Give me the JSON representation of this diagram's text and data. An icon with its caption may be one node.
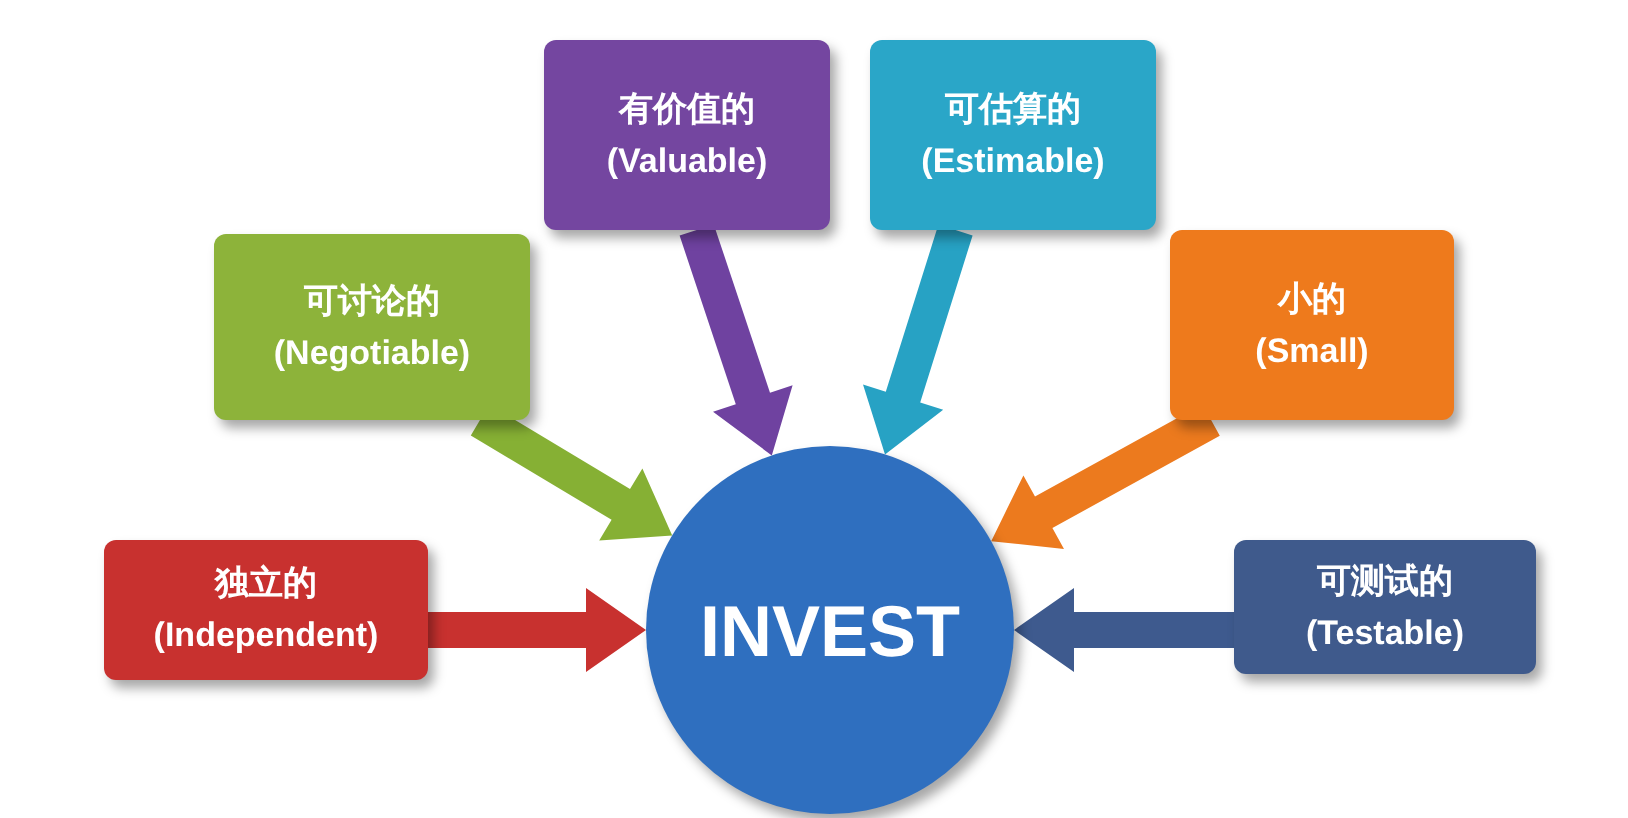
{
  "diagram": {
    "nodes": [
      {
        "text": [
          "有价值的",
          "(Valuable)"
        ]
      },
      {
        "text": [
          "可估算的",
          "(Estimable)"
        ]
      },
      {
        "text": [
          "可讨论的",
          "(Negotiable)"
        ]
      },
      {
        "text": [
          "小的",
          "(Small)"
        ]
      },
      {
        "text": [
          "独立的",
          "(Independent)"
        ]
      },
      {
        "text": [
          "INVEST"
        ]
      },
      {
        "text": [
          "可测试的",
          "(Testable)"
        ]
      }
    ],
    "edges": [
      {
        "from": 0,
        "to": 5,
        "arrow": "to",
        "style": "thick",
        "color": "#6f42a0"
      },
      {
        "from": 1,
        "to": 5,
        "arrow": "to",
        "style": "thick",
        "color": "#27a2c4"
      },
      {
        "from": 2,
        "to": 5,
        "arrow": "to",
        "style": "thick",
        "color": "#86b034"
      },
      {
        "from": 3,
        "to": 5,
        "arrow": "to",
        "style": "thick",
        "color": "#ec7a1e"
      },
      {
        "from": 4,
        "to": 5,
        "arrow": "to",
        "style": "thick",
        "color": "#c8312f"
      },
      {
        "from": 6,
        "to": 5,
        "arrow": "to",
        "style": "thick",
        "color": "#3e5a8e"
      }
    ]
  }
}
